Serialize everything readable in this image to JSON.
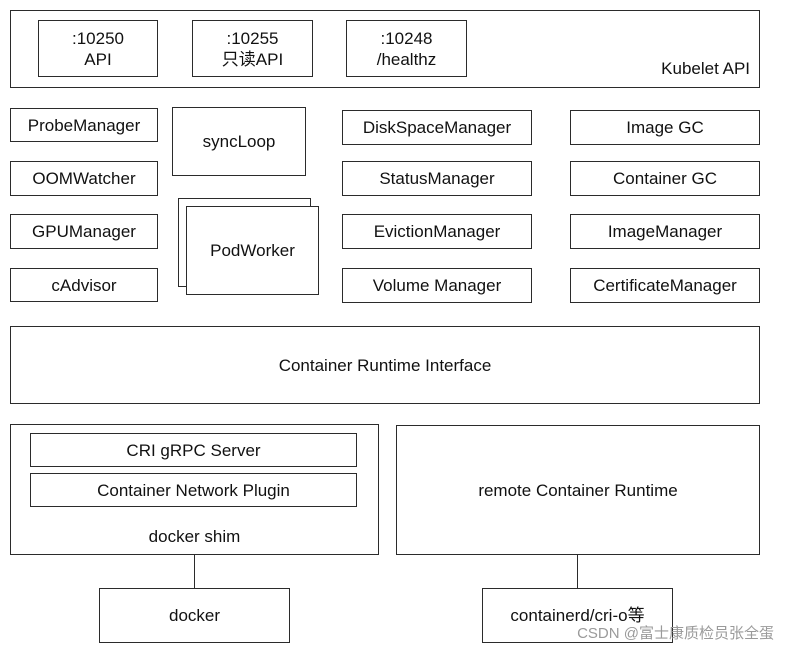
{
  "kubelet_api": {
    "label": "Kubelet API",
    "ports": [
      {
        "port": ":10250",
        "desc": "API"
      },
      {
        "port": ":10255",
        "desc": "只读API"
      },
      {
        "port": ":10248",
        "desc": "/healthz"
      }
    ]
  },
  "left_managers": [
    "ProbeManager",
    "OOMWatcher",
    "GPUManager",
    "cAdvisor"
  ],
  "sync_loop": "syncLoop",
  "pod_worker": "PodWorker",
  "middle_managers": [
    "DiskSpaceManager",
    "StatusManager",
    "EvictionManager",
    "Volume Manager"
  ],
  "right_managers": [
    "Image GC",
    "Container GC",
    "ImageManager",
    "CertificateManager"
  ],
  "cri": "Container Runtime Interface",
  "docker_shim": {
    "label": "docker shim",
    "items": [
      "CRI gRPC Server",
      "Container Network Plugin"
    ]
  },
  "remote_runtime": "remote Container Runtime",
  "docker": "docker",
  "containerd": "containerd/cri-o等",
  "watermark": "CSDN @富士康质检员张全蛋"
}
